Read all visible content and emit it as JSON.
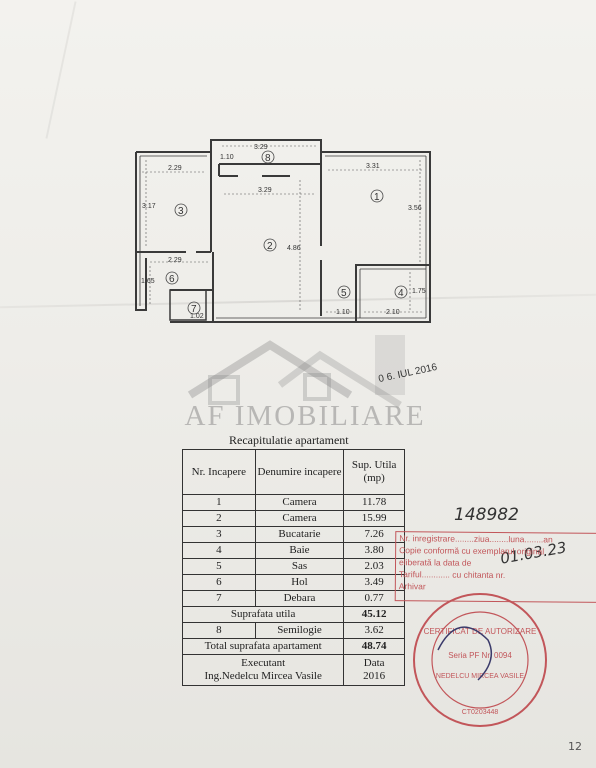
{
  "plan": {
    "rooms": [
      "1",
      "2",
      "3",
      "4",
      "5",
      "6",
      "7",
      "8"
    ],
    "dimensions": {
      "top_corridor": "3.29",
      "left_top": "2.29",
      "left_height": "3.17",
      "corridor_width": "1.10",
      "room2_width": "3.29",
      "room2_height": "4.86",
      "room1_width": "3.31",
      "room1_height": "3.56",
      "hall_width": "2.29",
      "hall_height": "1.65",
      "debara": "1.02",
      "sas": "1.10",
      "bath_width": "2.10",
      "bath_height": "1.75"
    }
  },
  "watermark": "AF IMOBILIARE",
  "date_stamp": "0 6. IUL 2016",
  "table": {
    "title": "Recapitulatie apartament",
    "headers": [
      "Nr. Incapere",
      "Denumire incapere",
      "Sup. Utila (mp)"
    ],
    "rows": [
      {
        "nr": "1",
        "name": "Camera",
        "area": "11.78"
      },
      {
        "nr": "2",
        "name": "Camera",
        "area": "15.99"
      },
      {
        "nr": "3",
        "name": "Bucatarie",
        "area": "7.26"
      },
      {
        "nr": "4",
        "name": "Baie",
        "area": "3.80"
      },
      {
        "nr": "5",
        "name": "Sas",
        "area": "2.03"
      },
      {
        "nr": "6",
        "name": "Hol",
        "area": "3.49"
      },
      {
        "nr": "7",
        "name": "Debara",
        "area": "0.77"
      }
    ],
    "suprafata_utila_label": "Suprafata utila",
    "suprafata_utila_value": "45.12",
    "extra_row": {
      "nr": "8",
      "name": "Semilogie",
      "area": "3.62"
    },
    "total_label": "Total suprafata apartament",
    "total_value": "48.74",
    "executant_label": "Executant",
    "executant_name": "Ing.Nedelcu Mircea Vasile",
    "data_label": "Data",
    "data_value": "2016"
  },
  "stamp": {
    "line1": "Nr. inregistrare........ziua........luna........an",
    "line2": "Copie conformă cu exemplarul original",
    "line3": "eliberată la data de",
    "line4": "Tariful............ cu chitanta nr.",
    "line5": "Arhivar"
  },
  "handwriting": {
    "number": "148982",
    "date": "01.03.23",
    "page_mark": "12"
  },
  "round_stamp": {
    "text_top": "CERTIFICAT DE AUTORIZARE",
    "text_mid": "Seria PF Nr. 0094",
    "text_name": "NEDELCU MIRCEA VASILE",
    "text_bottom": "CT0203448"
  },
  "colors": {
    "stamp_red": "#c2565a",
    "ink": "#333333"
  }
}
